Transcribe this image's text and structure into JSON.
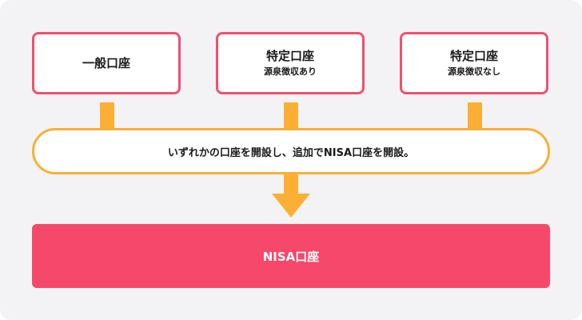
{
  "accounts": [
    {
      "title": "一般口座",
      "sub": ""
    },
    {
      "title": "特定口座",
      "sub": "源泉徴収あり"
    },
    {
      "title": "特定口座",
      "sub": "源泉徴収なし"
    }
  ],
  "note": "いずれかの口座を開設し、追加でNISA口座を開設。",
  "target": "NISA口座",
  "colors": {
    "background": "#f3f3f6",
    "box_border": "#f0506e",
    "connector": "#fbaf34",
    "target_fill": "#f5486a"
  }
}
